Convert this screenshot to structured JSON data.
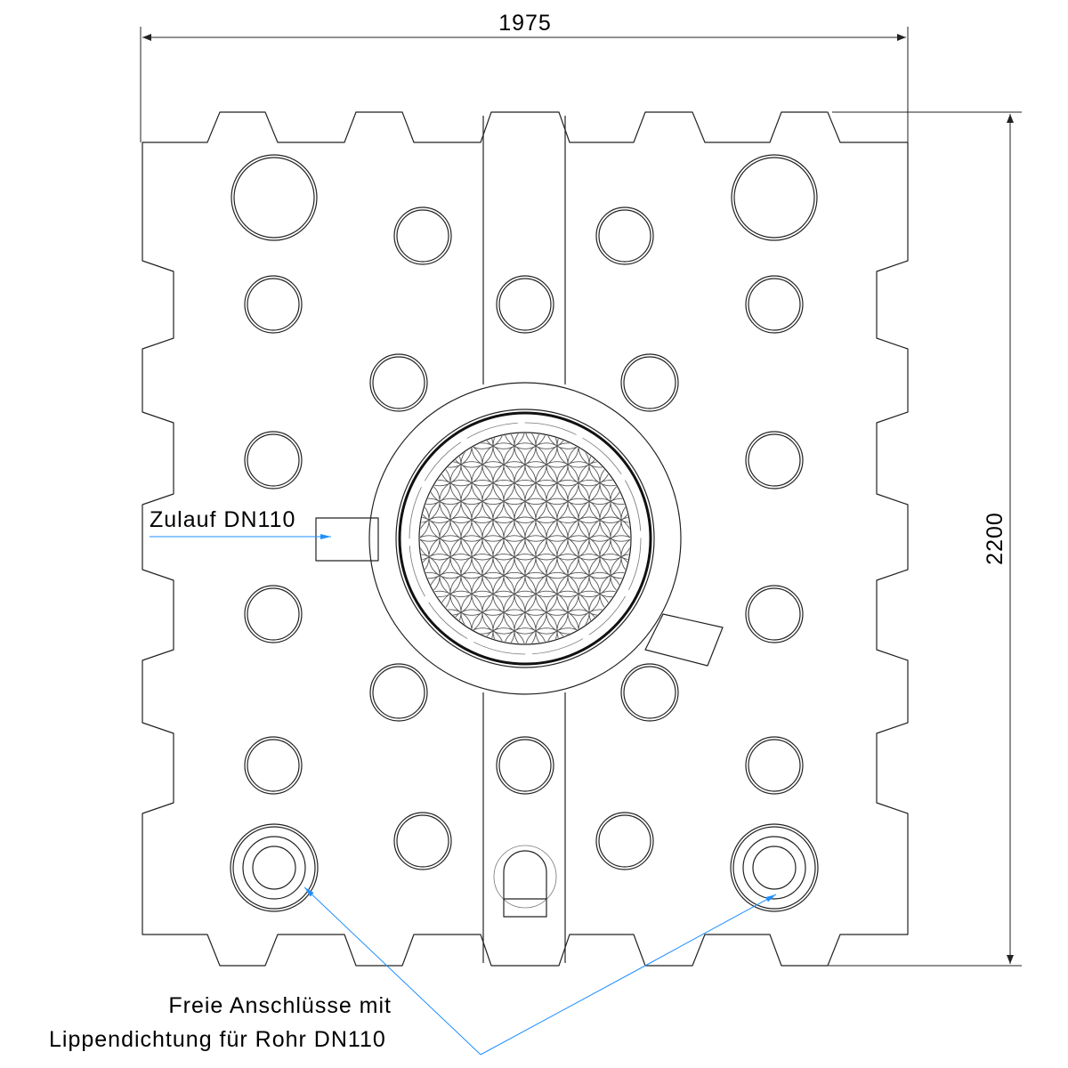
{
  "dimensions": {
    "width": "1975",
    "height": "2200"
  },
  "labels": {
    "inlet": "Zulauf DN110",
    "connections_line1": "Freie Anschlüsse mit",
    "connections_line2": "Lippendichtung für Rohr DN110"
  },
  "colors": {
    "leader": "#1e8fff",
    "line": "#222222"
  }
}
